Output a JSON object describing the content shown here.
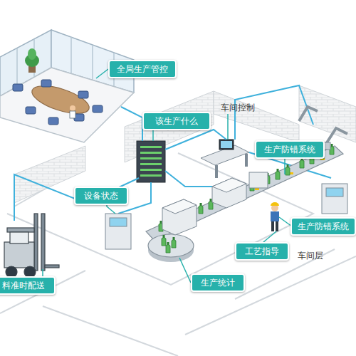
{
  "diagram": {
    "nodes": [
      {
        "text": [
          "全局生产管控"
        ]
      },
      {
        "text": [
          "该生产什么"
        ]
      },
      {
        "text": [
          "生产防错系统"
        ]
      },
      {
        "text": [
          "设备状态"
        ]
      },
      {
        "text": [
          "生产防错系统"
        ]
      },
      {
        "text": [
          "工艺指导"
        ]
      },
      {
        "text": [
          "料准时配送"
        ]
      },
      {
        "text": [
          "生产统计"
        ]
      }
    ],
    "labels": [
      "车间控制",
      "车间层"
    ]
  }
}
